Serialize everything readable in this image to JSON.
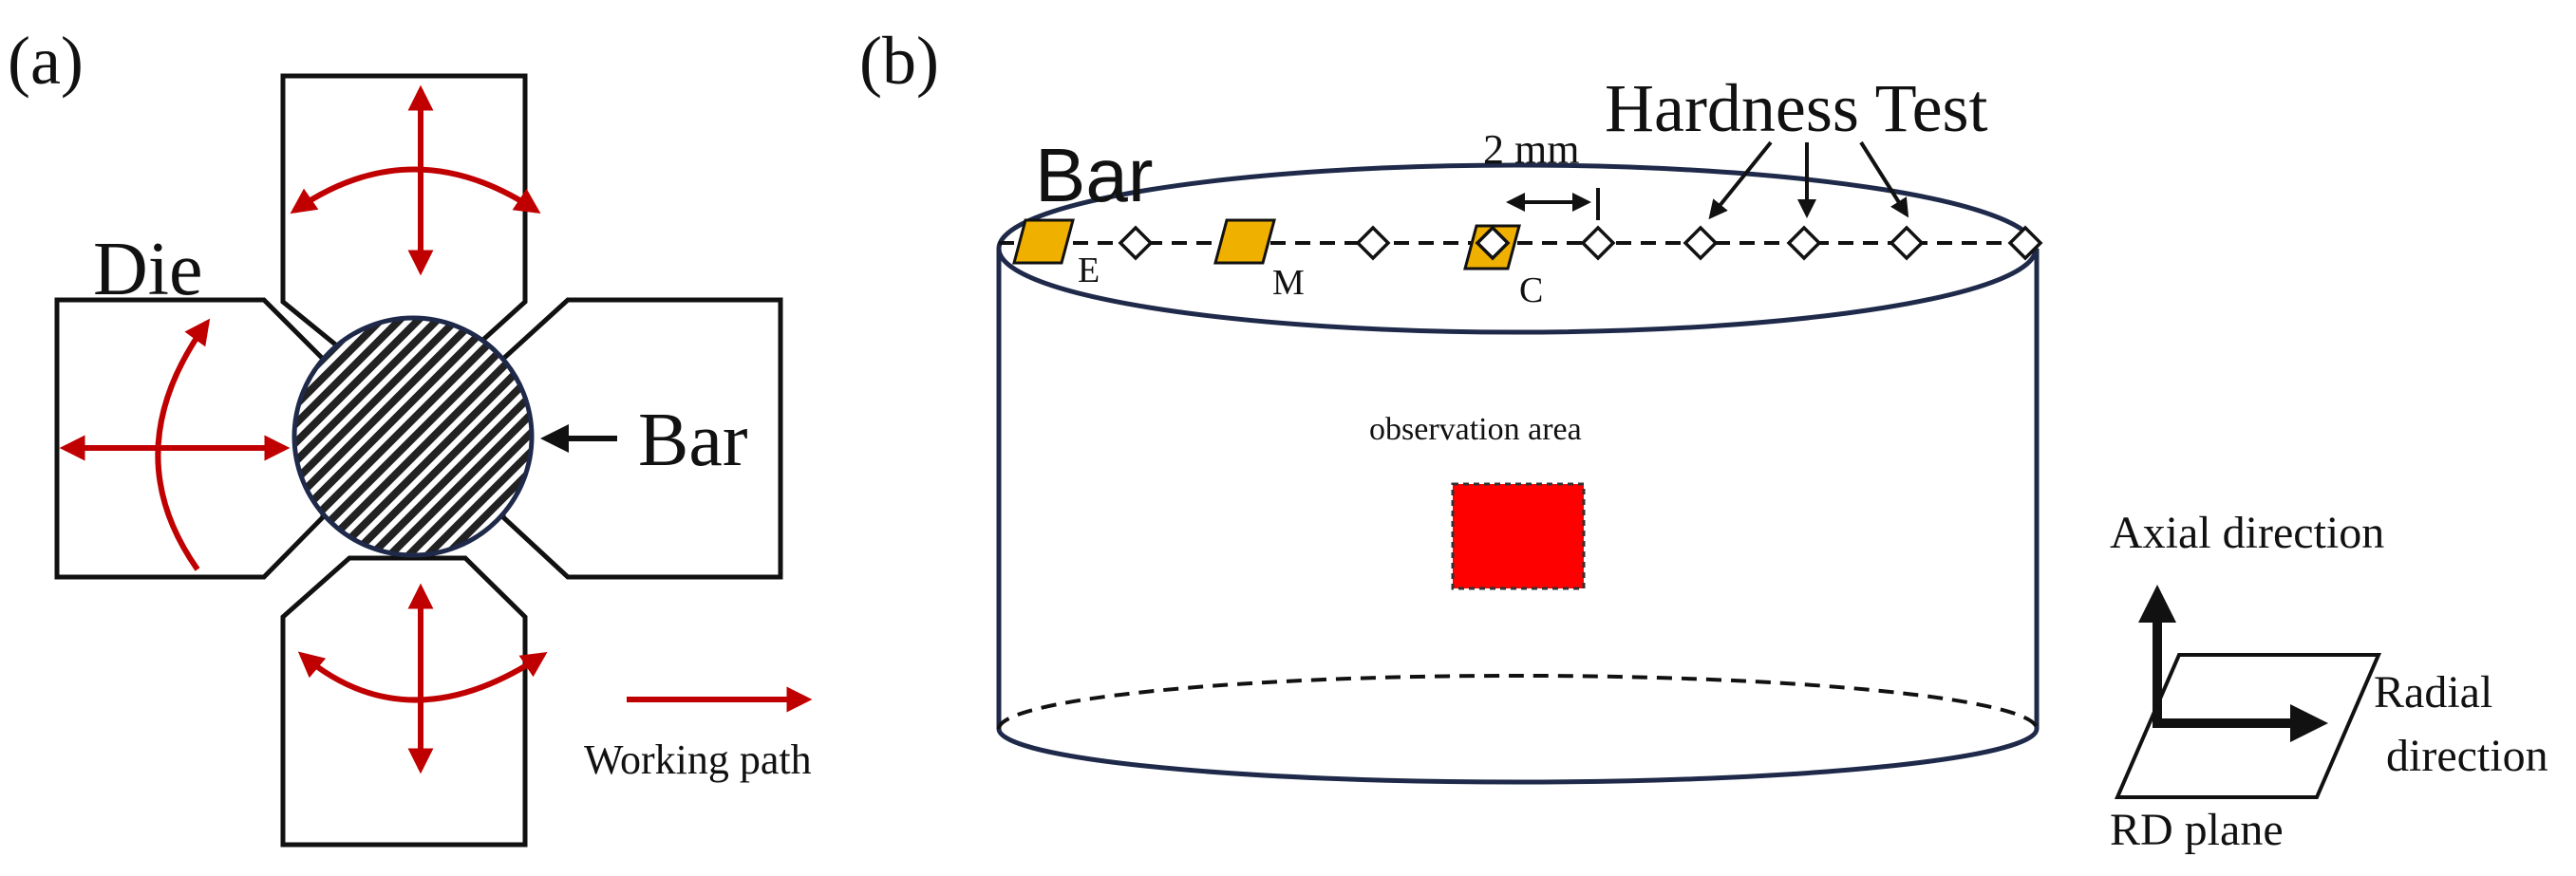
{
  "panel_a": {
    "label": "(a)",
    "die_label": "Die",
    "bar_label": "Bar",
    "legend_label": "Working path"
  },
  "panel_b": {
    "label": "(b)",
    "bar_label": "Bar",
    "hardness_label": "Hardness Test",
    "spacing_label": "2 mm",
    "sample_labels": [
      "E",
      "M",
      "C"
    ],
    "observation_label": "observation area",
    "axes": {
      "axial": "Axial direction",
      "radial_line1": "Radial",
      "radial_line2": "direction",
      "plane": "RD plane"
    }
  },
  "colors": {
    "arrow_red": "#c00000",
    "sample_fill": "#f0b000",
    "observation_fill": "#ff0000",
    "cylinder_stroke": "#1f2a4a"
  }
}
